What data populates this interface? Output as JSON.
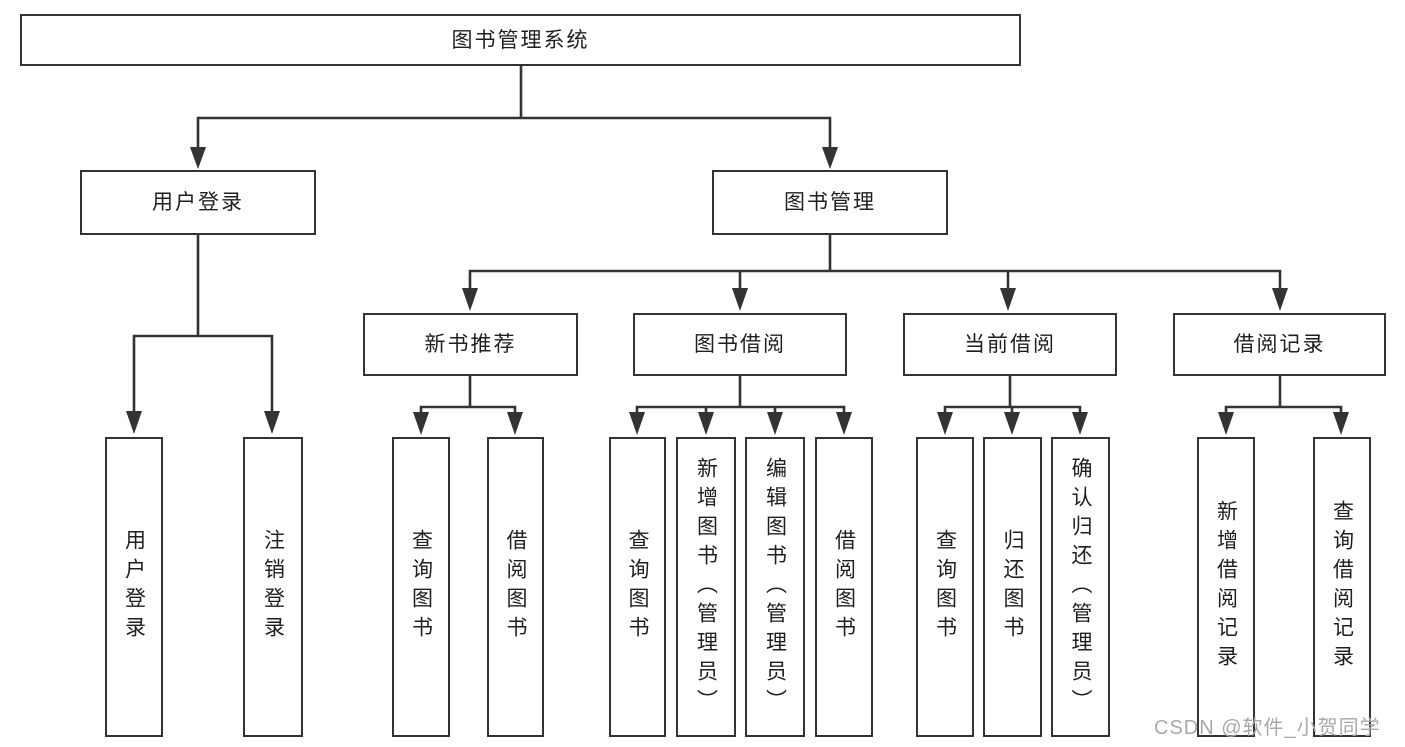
{
  "colors": {
    "line_color": "#333333",
    "text_color": "#1f1f1f",
    "box_fill": "#ffffff",
    "watermark_color": "#a8a8a8"
  },
  "tree": {
    "label": "图书管理系统",
    "children": [
      {
        "label": "用户登录",
        "children": [
          {
            "label": "用户登录"
          },
          {
            "label": "注销登录"
          }
        ]
      },
      {
        "label": "图书管理",
        "children": [
          {
            "label": "新书推荐",
            "children": [
              {
                "label": "查询图书"
              },
              {
                "label": "借阅图书"
              }
            ]
          },
          {
            "label": "图书借阅",
            "children": [
              {
                "label": "查询图书"
              },
              {
                "label": "新增图书（管理员）"
              },
              {
                "label": "编辑图书（管理员）"
              },
              {
                "label": "借阅图书"
              }
            ]
          },
          {
            "label": "当前借阅",
            "children": [
              {
                "label": "查询图书"
              },
              {
                "label": "归还图书"
              },
              {
                "label": "确认归还（管理员）"
              }
            ]
          },
          {
            "label": "借阅记录",
            "children": [
              {
                "label": "新增借阅记录"
              },
              {
                "label": "查询借阅记录"
              }
            ]
          }
        ]
      }
    ]
  },
  "watermark": {
    "text": "CSDN @软件_小贺同学"
  }
}
